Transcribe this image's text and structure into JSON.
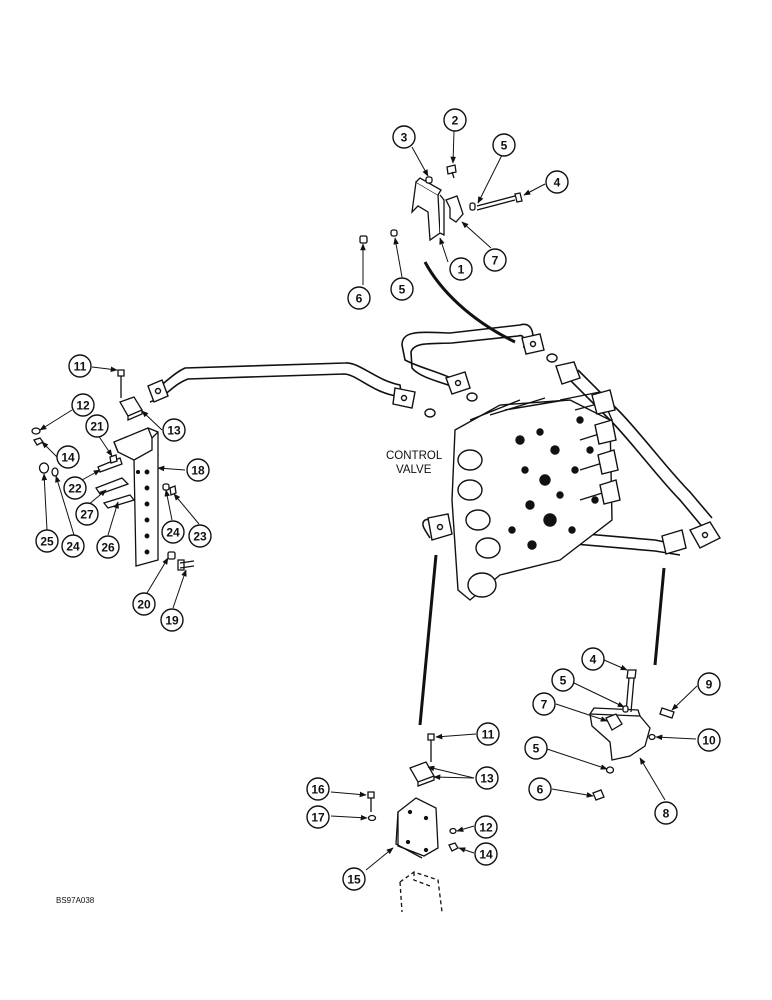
{
  "diagram": {
    "control_valve_label_line1": "CONTROL",
    "control_valve_label_line2": "VALVE",
    "reference_code": "BS97A038"
  },
  "callouts": [
    {
      "id": "c-upper-1",
      "text": "1"
    },
    {
      "id": "c-upper-2",
      "text": "2"
    },
    {
      "id": "c-upper-3",
      "text": "3"
    },
    {
      "id": "c-upper-4",
      "text": "4"
    },
    {
      "id": "c-upper-5a",
      "text": "5"
    },
    {
      "id": "c-upper-5b",
      "text": "5"
    },
    {
      "id": "c-upper-6",
      "text": "6"
    },
    {
      "id": "c-upper-7",
      "text": "7"
    },
    {
      "id": "c-left-11",
      "text": "11"
    },
    {
      "id": "c-left-12",
      "text": "12"
    },
    {
      "id": "c-left-13",
      "text": "13"
    },
    {
      "id": "c-left-14",
      "text": "14"
    },
    {
      "id": "c-left-18",
      "text": "18"
    },
    {
      "id": "c-left-19",
      "text": "19"
    },
    {
      "id": "c-left-20",
      "text": "20"
    },
    {
      "id": "c-left-21",
      "text": "21"
    },
    {
      "id": "c-left-22",
      "text": "22"
    },
    {
      "id": "c-left-23",
      "text": "23"
    },
    {
      "id": "c-left-24a",
      "text": "24"
    },
    {
      "id": "c-left-24b",
      "text": "24"
    },
    {
      "id": "c-left-25",
      "text": "25"
    },
    {
      "id": "c-left-26",
      "text": "26"
    },
    {
      "id": "c-left-27",
      "text": "27"
    },
    {
      "id": "c-right-4",
      "text": "4"
    },
    {
      "id": "c-right-5a",
      "text": "5"
    },
    {
      "id": "c-right-5b",
      "text": "5"
    },
    {
      "id": "c-right-6",
      "text": "6"
    },
    {
      "id": "c-right-7",
      "text": "7"
    },
    {
      "id": "c-right-8",
      "text": "8"
    },
    {
      "id": "c-right-9",
      "text": "9"
    },
    {
      "id": "c-right-10",
      "text": "10"
    },
    {
      "id": "c-bottom-11",
      "text": "11"
    },
    {
      "id": "c-bottom-12",
      "text": "12"
    },
    {
      "id": "c-bottom-13",
      "text": "13"
    },
    {
      "id": "c-bottom-14",
      "text": "14"
    },
    {
      "id": "c-bottom-15",
      "text": "15"
    },
    {
      "id": "c-bottom-16",
      "text": "16"
    },
    {
      "id": "c-bottom-17",
      "text": "17"
    }
  ]
}
